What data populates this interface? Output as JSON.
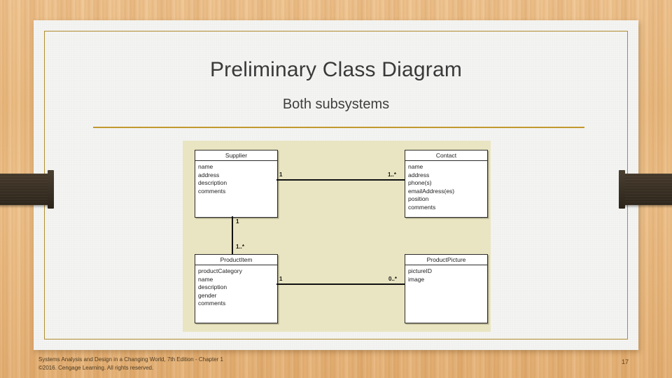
{
  "slide": {
    "title": "Preliminary Class Diagram",
    "subtitle": "Both subsystems",
    "page_number": "17",
    "footer_line1": "Systems Analysis and Design in a Changing World, 7th Edition - Chapter 1",
    "footer_line2": "©2016. Cengage Learning. All rights reserved.",
    "accent_color": "#c2992f",
    "paper_color": "#f4f4f2",
    "background_color": "#e9b87d",
    "strap_color": "#3a3024"
  },
  "diagram": {
    "background_color": "#e9e5c2",
    "classes": [
      {
        "name": "Supplier",
        "attributes": [
          "name",
          "address",
          "description",
          "comments"
        ]
      },
      {
        "name": "Contact",
        "attributes": [
          "name",
          "address",
          "phone(s)",
          "emailAddress(es)",
          "position",
          "comments"
        ]
      },
      {
        "name": "ProductItem",
        "attributes": [
          "productCategory",
          "name",
          "description",
          "gender",
          "comments"
        ]
      },
      {
        "name": "ProductPicture",
        "attributes": [
          "pictureID",
          "image"
        ]
      }
    ],
    "associations": [
      {
        "from": "Supplier",
        "to": "Contact",
        "from_multiplicity": "1",
        "to_multiplicity": "1..*"
      },
      {
        "from": "Supplier",
        "to": "ProductItem",
        "from_multiplicity": "1",
        "to_multiplicity": "1..*"
      },
      {
        "from": "ProductItem",
        "to": "ProductPicture",
        "from_multiplicity": "1",
        "to_multiplicity": "0..*"
      }
    ]
  }
}
